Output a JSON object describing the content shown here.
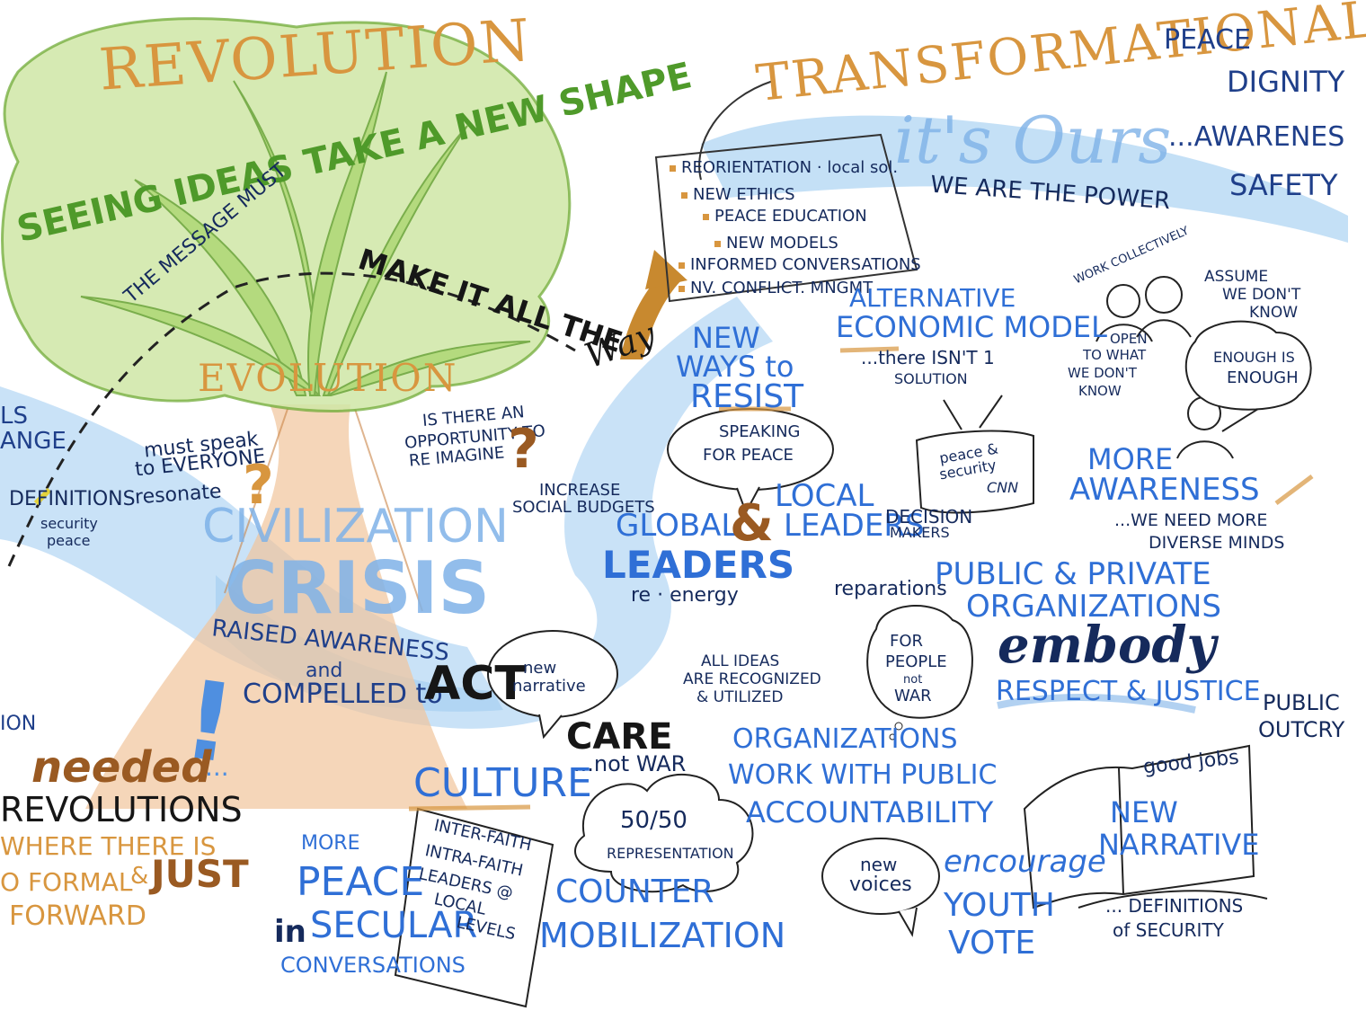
{
  "colors": {
    "marker_blue": "#2f6fd6",
    "marker_navy": "#152a5c",
    "marker_orange": "#d8963f",
    "marker_green": "#4f9a2a",
    "wash_blue": "#9ccbf0",
    "wash_green": "#cfe6a6",
    "wash_orange": "#f1c59b"
  },
  "tree": {
    "crown_top": "REVOLUTION",
    "arc_text": "SEEING IDEAS TAKE A NEW SHAPE",
    "message_a": "THE MESSAGE MUST",
    "message_b": "MAKE IT ALL THE",
    "message_c": "Way",
    "crown_bottom": "EVOLUTION",
    "trunk_title": "CIVILIZATION",
    "trunk_crisis": "CRISIS",
    "raised": "RAISED AWARENESS",
    "and": "and",
    "compelled": "COMPELLED to",
    "act": "ACT",
    "bang": "!",
    "left_ls": "LS",
    "left_ange": "ANGE",
    "left_ion": "ION"
  },
  "left": {
    "must_speak": "must speak",
    "to_everyone": "to EVERYONE",
    "definitions": "DEFINITIONS",
    "resonate": "resonate",
    "qmark": "?",
    "security": "security",
    "peace": "peace",
    "needed": "needed",
    "ellipsis": "...",
    "revolutions": "REVOLUTIONS",
    "where": "WHERE THERE IS",
    "formal_pre": "O FORMAL",
    "amp": "&",
    "just": "JUST",
    "forward": "FORWARD"
  },
  "middle": {
    "opportunity_1": "IS THERE AN",
    "opportunity_2": "OPPORTUNITY TO",
    "opportunity_3": "RE IMAGINE",
    "opportunity_q": "?",
    "increase_1": "INCREASE",
    "increase_2": "SOCIAL BUDGETS",
    "global": "GLOBAL",
    "leaders": "LEADERS",
    "re_energy": "re · energy",
    "amp": "&",
    "local": "LOCAL",
    "local_leaders": "LEADERS",
    "speaking_1": "SPEAKING",
    "speaking_2": "FOR PEACE",
    "new_ways_1": "NEW",
    "new_ways_2": "WAYS to",
    "new_ways_3": "RESIST",
    "new_narrative_bubble_1": "new",
    "new_narrative_bubble_2": "narrative",
    "care": "CARE",
    "not_war": "...not WAR",
    "culture": "CULTURE",
    "fifty": "50/50",
    "representation": "REPRESENTATION",
    "more": "MORE",
    "peace": "PEACE",
    "in": "in",
    "secular": "SECULAR",
    "conversations": "CONVERSATIONS",
    "faith_1": "INTER-FAITH",
    "faith_2": "INTRA-FAITH",
    "faith_3": "LEADERS @",
    "faith_4": "LOCAL",
    "faith_5": "LEVELS",
    "counter": "COUNTER",
    "mobilization": "MOBILIZATION"
  },
  "top_right": {
    "transformational": "TRANSFORMATIONAL",
    "peace": "PEACE",
    "dignity": "DIGNITY",
    "awareness": "...AWARENES",
    "safety": "SAFETY",
    "its_ours": "it's Ours",
    "we_are": "WE ARE THE POWER",
    "list": [
      "REORIENTATION · local sol.",
      "NEW ETHICS",
      "PEACE EDUCATION",
      "NEW MODELS",
      "INFORMED CONVERSATIONS",
      "NV. CONFLICT. MNGMT"
    ]
  },
  "right": {
    "alt_1": "ALTERNATIVE",
    "alt_2": "ECONOMIC MODEL",
    "alt_3": "...there ISN'T 1",
    "alt_4": "SOLUTION",
    "tv_1": "peace &",
    "tv_2": "security",
    "tv_brand": "CNN",
    "decision_1": "DECISION",
    "decision_2": "MAKERS",
    "work": "WORK COLLECTIVELY",
    "assume_1": "ASSUME",
    "assume_2": "WE DON'T",
    "assume_3": "KNOW",
    "open_1": "OPEN",
    "open_2": "TO WHAT",
    "open_3": "WE DON'T",
    "open_4": "KNOW",
    "enough_1": "ENOUGH IS",
    "enough_2": "ENOUGH",
    "more_1": "MORE",
    "more_2": "AWARENESS",
    "diverse_1": "...WE NEED MORE",
    "diverse_2": "DIVERSE MINDS",
    "reparations": "reparations",
    "public_1": "PUBLIC & PRIVATE",
    "public_2": "ORGANIZATIONS",
    "embody": "embody",
    "respect": "RESPECT & JUSTICE",
    "ideas_1": "ALL IDEAS",
    "ideas_2": "ARE RECOGNIZED",
    "ideas_3": "& UTILIZED",
    "for_1": "FOR",
    "for_2": "PEOPLE",
    "for_3": "not",
    "for_4": "WAR",
    "org_1": "ORGANIZATIONS",
    "org_2": "WORK WITH PUBLIC",
    "org_3": "ACCOUNTABILITY",
    "outcry_1": "PUBLIC",
    "outcry_2": "OUTCRY",
    "good_jobs": "good jobs",
    "narr_1": "NEW",
    "narr_2": "NARRATIVE",
    "defs_1": "... DEFINITIONS",
    "defs_2": "of SECURITY",
    "voices_1": "new",
    "voices_2": "voices",
    "youth_1": "encourage",
    "youth_2": "YOUTH",
    "youth_3": "VOTE"
  }
}
